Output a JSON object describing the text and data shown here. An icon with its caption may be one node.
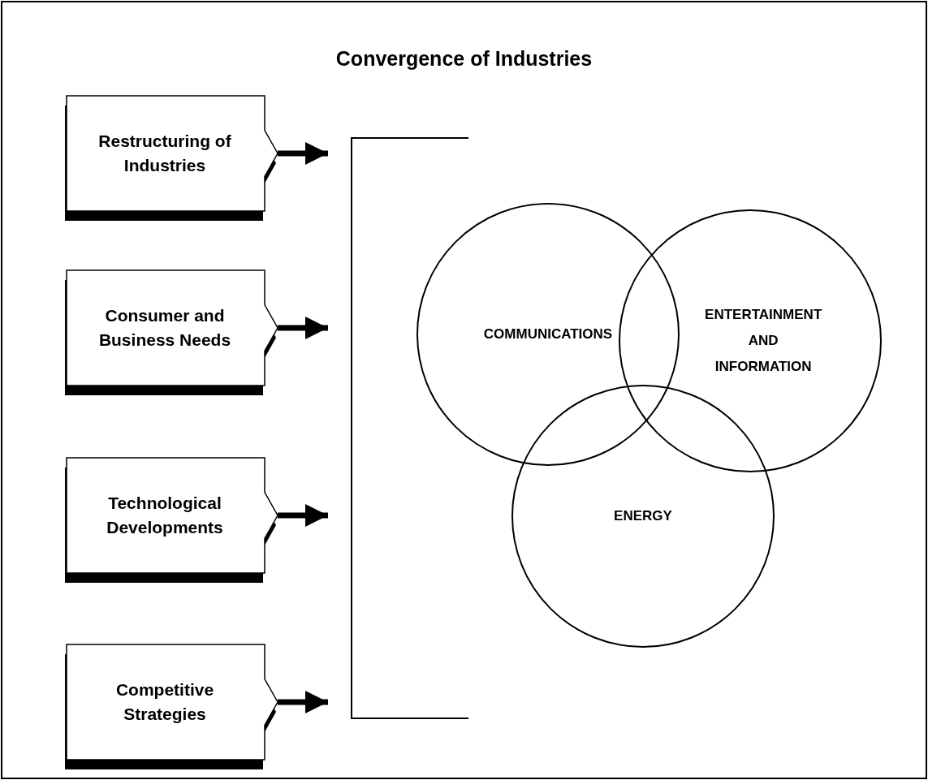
{
  "diagram": {
    "title": "Convergence of Industries",
    "nodes": [
      {
        "text": [
          "Restructuring of Industries"
        ]
      },
      {
        "text": [
          "Consumer and Business Needs"
        ]
      },
      {
        "text": [
          "Technological Developments"
        ]
      },
      {
        "text": [
          "Competitive Strategies"
        ]
      },
      {
        "text": [],
        "shape": "bracket"
      },
      {
        "text": [
          "COMMUNICATIONS"
        ]
      },
      {
        "text": [
          "ENTERTAINMENT AND INFORMATION"
        ]
      },
      {
        "text": [
          "ENERGY"
        ]
      }
    ],
    "edges": [
      {
        "from": 0,
        "to": 4,
        "arrow": "to"
      },
      {
        "from": 1,
        "to": 4,
        "arrow": "to"
      },
      {
        "from": 2,
        "to": 4,
        "arrow": "to"
      },
      {
        "from": 3,
        "to": 4,
        "arrow": "to"
      }
    ]
  }
}
